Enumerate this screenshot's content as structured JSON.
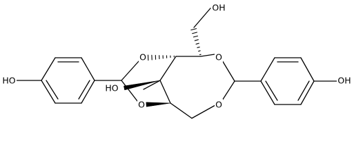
{
  "structure": {
    "atom_labels": [
      {
        "id": "hydroxymethyl-oh",
        "text": "OH"
      },
      {
        "id": "left-phenol-oh",
        "text": "HO"
      },
      {
        "id": "ring-oxygen-upper-left",
        "text": "O"
      },
      {
        "id": "ring-oxygen-upper-right",
        "text": "O"
      },
      {
        "id": "ring-oxygen-lower-left",
        "text": "O"
      },
      {
        "id": "ring-oxygen-lower-right",
        "text": "O"
      },
      {
        "id": "ring-hydroxyl",
        "text": "HO"
      },
      {
        "id": "right-phenol-oh",
        "text": "OH"
      }
    ],
    "colors": {
      "bond": "#000000",
      "text": "#000000",
      "background": "#ffffff"
    }
  }
}
